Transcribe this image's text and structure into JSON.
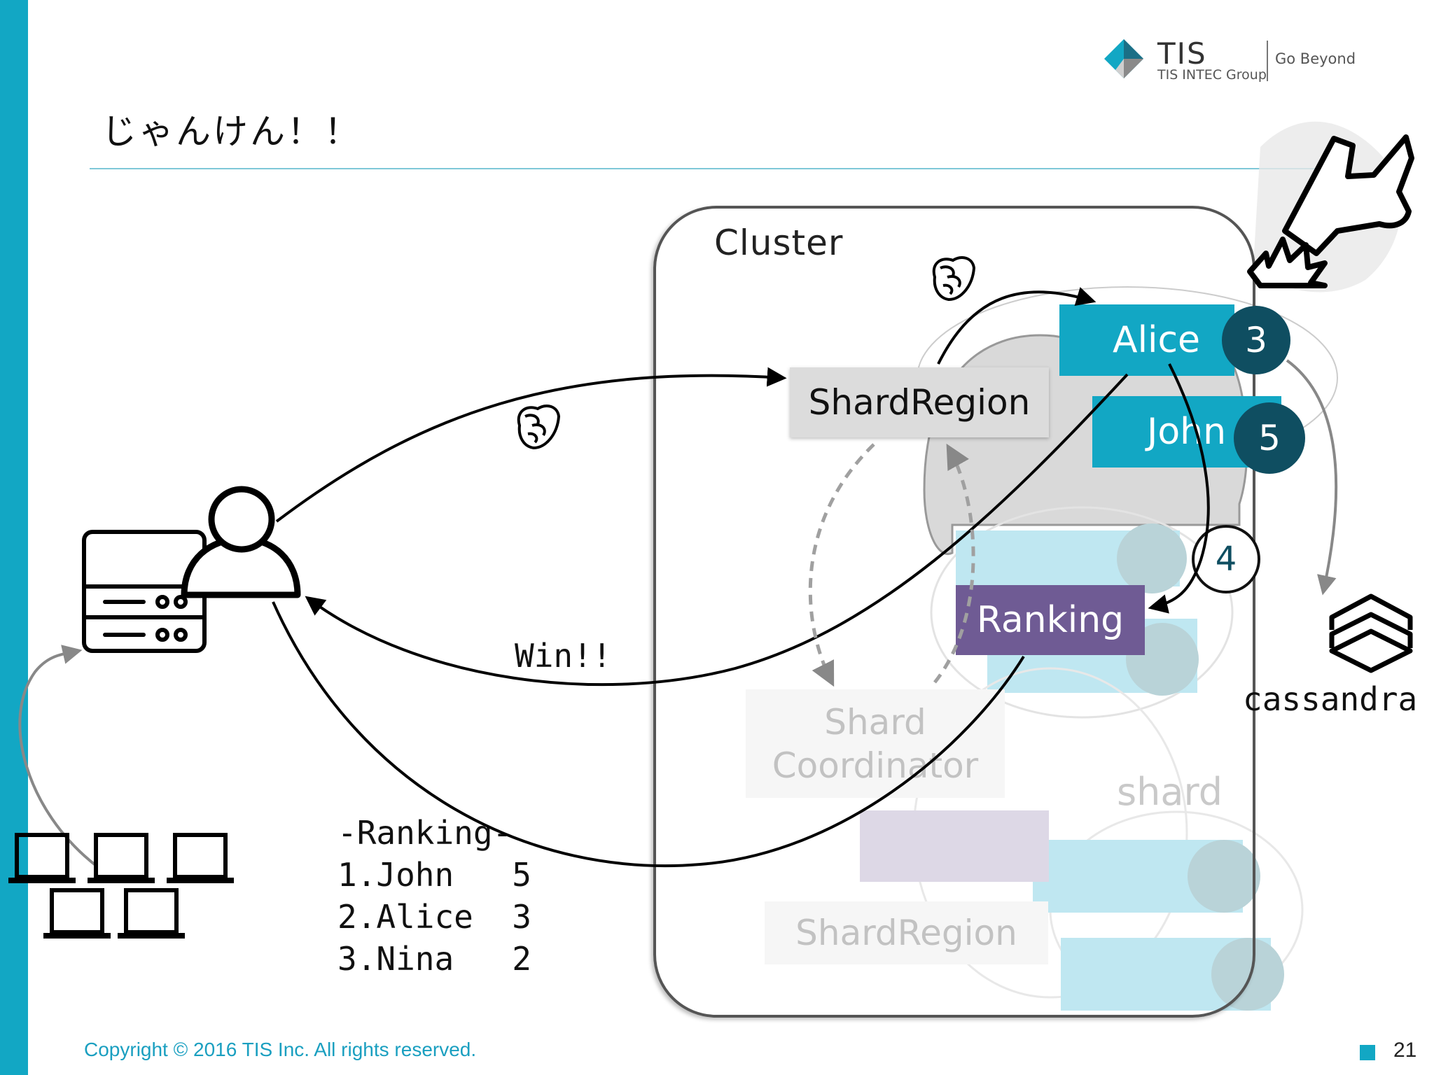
{
  "slide": {
    "title": "じゃんけん！！",
    "page_number": "21",
    "copyright": "Copyright © 2016 TIS Inc. All rights reserved."
  },
  "logo": {
    "name": "TIS",
    "group": "TIS INTEC Group",
    "tagline": "Go Beyond"
  },
  "diagram": {
    "cluster_label": "Cluster",
    "shard_region_top": "ShardRegion",
    "actors": [
      {
        "name": "Alice",
        "score": "3"
      },
      {
        "name": "John",
        "score": "5"
      }
    ],
    "ranking_actor": "Ranking",
    "step_badge": "4",
    "win_label": "Win!!",
    "faded_coordinator": [
      "Shard",
      "Coordinator"
    ],
    "faded_shard_label": "shard",
    "faded_region": "ShardRegion",
    "database_label": "cassandra",
    "ranking_list": {
      "header": "-Ranking-",
      "rows": [
        "1.John   5",
        "2.Alice  3",
        "3.Nina   2"
      ]
    }
  },
  "colors": {
    "accent": "#12a7c4",
    "dark_teal": "#0f4e61",
    "ranking_purple": "#6f5b94",
    "light_cyan": "#bfe7f1"
  }
}
